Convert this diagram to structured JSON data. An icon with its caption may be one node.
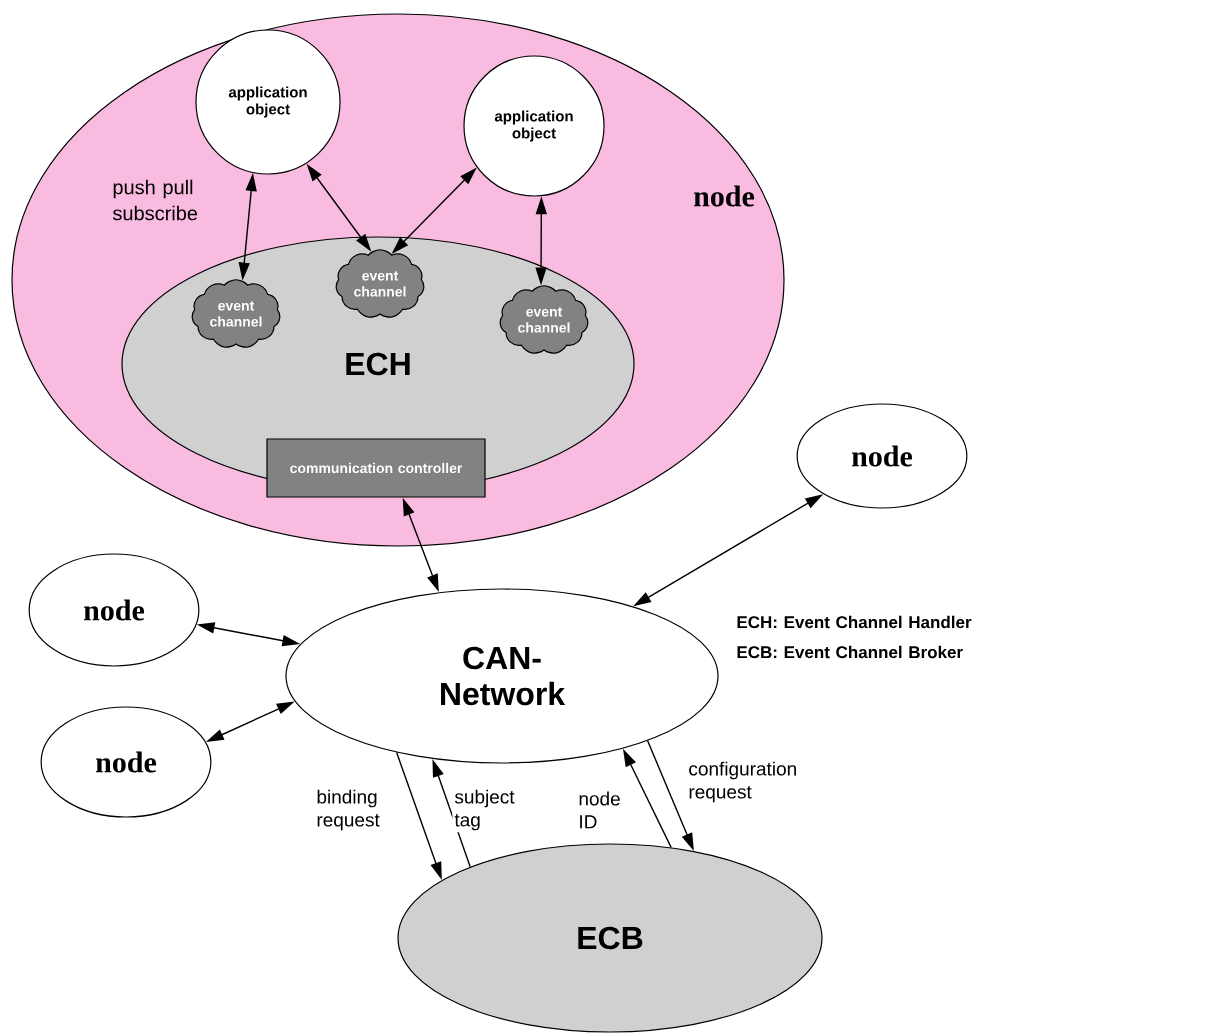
{
  "diagram": {
    "nodes": [
      {
        "text": [
          "node"
        ]
      },
      {
        "text": [
          "application object"
        ],
        "in": 0
      },
      {
        "text": [
          "application object"
        ],
        "in": 0
      },
      {
        "text": [
          "ECH"
        ],
        "in": 0
      },
      {
        "text": [
          "event channel"
        ],
        "in": 3
      },
      {
        "text": [
          "event channel"
        ],
        "in": 3
      },
      {
        "text": [
          "event channel"
        ],
        "in": 3
      },
      {
        "text": [
          "communication controller"
        ],
        "in": 0
      },
      {
        "text": [
          "node"
        ]
      },
      {
        "text": [
          "node"
        ]
      },
      {
        "text": [
          "node"
        ]
      },
      {
        "text": [
          "CAN-Network"
        ]
      },
      {
        "text": [
          "ECB"
        ]
      }
    ],
    "edges": [
      {
        "from": 1,
        "to": 4,
        "arrow": "both"
      },
      {
        "from": 1,
        "to": 5,
        "arrow": "both"
      },
      {
        "from": 2,
        "to": 5,
        "arrow": "both"
      },
      {
        "from": 2,
        "to": 6,
        "arrow": "both"
      },
      {
        "from": 7,
        "to": 11,
        "arrow": "both"
      },
      {
        "from": 8,
        "to": 11,
        "arrow": "both"
      },
      {
        "from": 9,
        "to": 11,
        "arrow": "both"
      },
      {
        "from": 10,
        "to": 11,
        "arrow": "both"
      },
      {
        "from": 11,
        "to": 12,
        "arrow": "to",
        "label": "binding request"
      },
      {
        "from": 12,
        "to": 11,
        "arrow": "to",
        "label": "subject tag"
      },
      {
        "from": 12,
        "to": 11,
        "arrow": "to",
        "label": "node ID"
      },
      {
        "from": 11,
        "to": 12,
        "arrow": "to",
        "label": "configuration request"
      }
    ],
    "labels": [
      "push pull subscribe",
      "ECH: Event Channel Handler",
      "ECB: Event Channel Broker"
    ]
  }
}
